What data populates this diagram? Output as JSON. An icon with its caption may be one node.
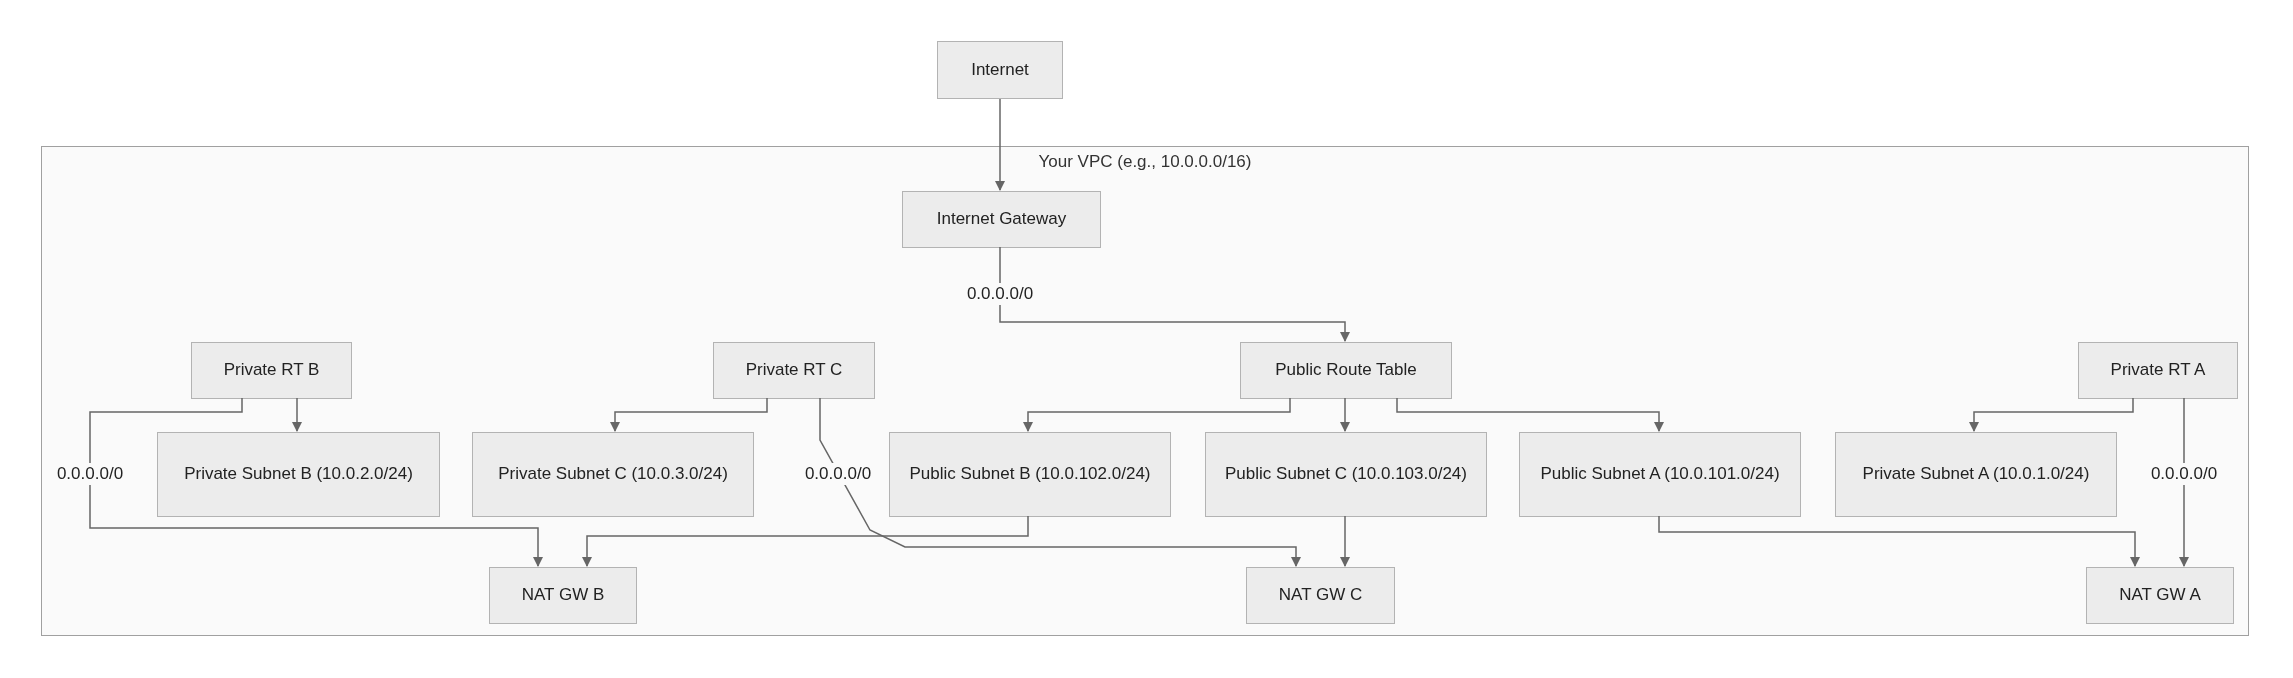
{
  "diagram": {
    "nodes": [
      {
        "text": [
          "Internet"
        ]
      },
      {
        "text": [
          "Your VPC (e.g., 10.0.0.0/16)"
        ]
      },
      {
        "text": [
          "Internet Gateway"
        ],
        "in": 1
      },
      {
        "text": [
          "Private RT B"
        ],
        "in": 1
      },
      {
        "text": [
          "Private RT C"
        ],
        "in": 1
      },
      {
        "text": [
          "Public Route Table"
        ],
        "in": 1
      },
      {
        "text": [
          "Private RT A"
        ],
        "in": 1
      },
      {
        "text": [
          "Private Subnet B (10.0.2.0/24)"
        ],
        "in": 1
      },
      {
        "text": [
          "Private Subnet C (10.0.3.0/24)"
        ],
        "in": 1
      },
      {
        "text": [
          "Public Subnet B (10.0.102.0/24)"
        ],
        "in": 1
      },
      {
        "text": [
          "Public Subnet C (10.0.103.0/24)"
        ],
        "in": 1
      },
      {
        "text": [
          "Public Subnet A (10.0.101.0/24)"
        ],
        "in": 1
      },
      {
        "text": [
          "Private Subnet A (10.0.1.0/24)"
        ],
        "in": 1
      },
      {
        "text": [
          "NAT GW B"
        ],
        "in": 1
      },
      {
        "text": [
          "NAT GW C"
        ],
        "in": 1
      },
      {
        "text": [
          "NAT GW A"
        ],
        "in": 1
      }
    ],
    "edges": [
      {
        "from": 0,
        "to": 2,
        "arrow": "to"
      },
      {
        "from": 2,
        "to": 5,
        "arrow": "to",
        "label": "0.0.0.0/0"
      },
      {
        "from": 3,
        "to": 7,
        "arrow": "to"
      },
      {
        "from": 3,
        "to": 13,
        "arrow": "to",
        "label": "0.0.0.0/0"
      },
      {
        "from": 4,
        "to": 8,
        "arrow": "to"
      },
      {
        "from": 4,
        "to": 14,
        "arrow": "to",
        "label": "0.0.0.0/0"
      },
      {
        "from": 5,
        "to": 9,
        "arrow": "to"
      },
      {
        "from": 5,
        "to": 10,
        "arrow": "to"
      },
      {
        "from": 5,
        "to": 11,
        "arrow": "to"
      },
      {
        "from": 6,
        "to": 12,
        "arrow": "to"
      },
      {
        "from": 6,
        "to": 15,
        "arrow": "to",
        "label": "0.0.0.0/0"
      },
      {
        "from": 9,
        "to": 13,
        "arrow": "to"
      },
      {
        "from": 10,
        "to": 14,
        "arrow": "to"
      },
      {
        "from": 11,
        "to": 15,
        "arrow": "to"
      }
    ]
  }
}
